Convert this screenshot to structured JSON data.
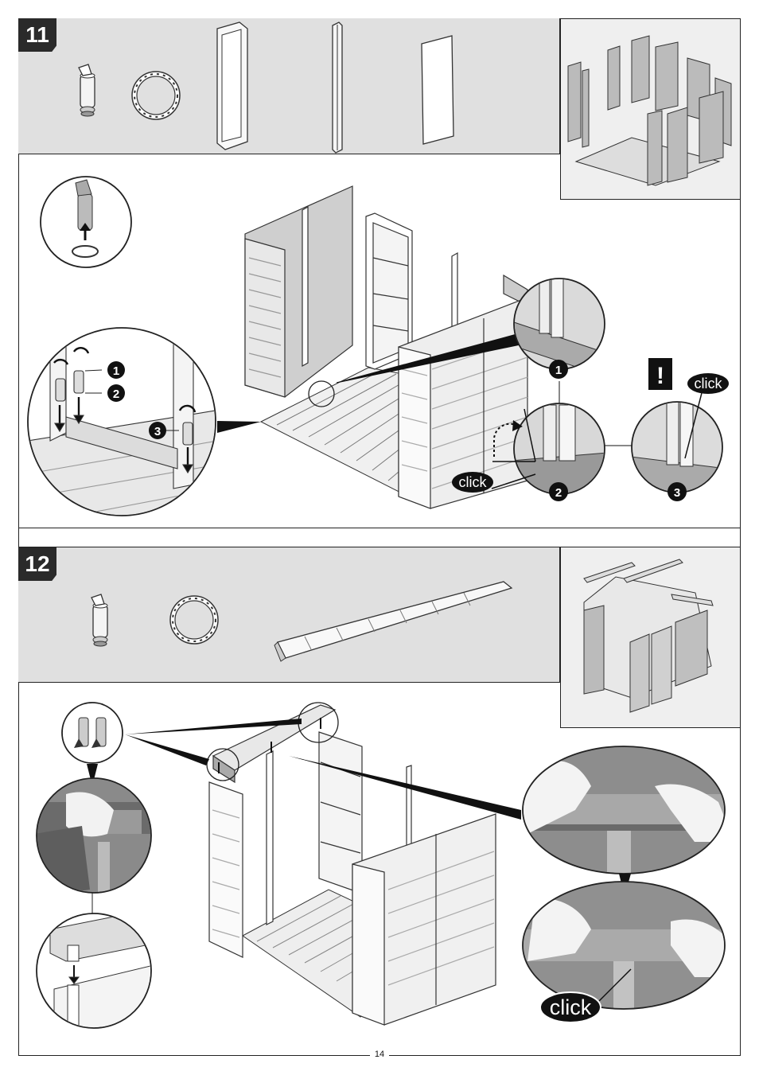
{
  "step11": {
    "number": "11"
  },
  "step12": {
    "number": "12"
  },
  "callouts": {
    "n1": "1",
    "n2": "2",
    "n3": "3",
    "warning": "!",
    "click": "click"
  },
  "footer": {
    "page": "14"
  },
  "colors": {
    "frame": "#222222",
    "parts_bg": "#e0e0e0",
    "badge": "#2a2a2a",
    "callout": "#111111"
  }
}
